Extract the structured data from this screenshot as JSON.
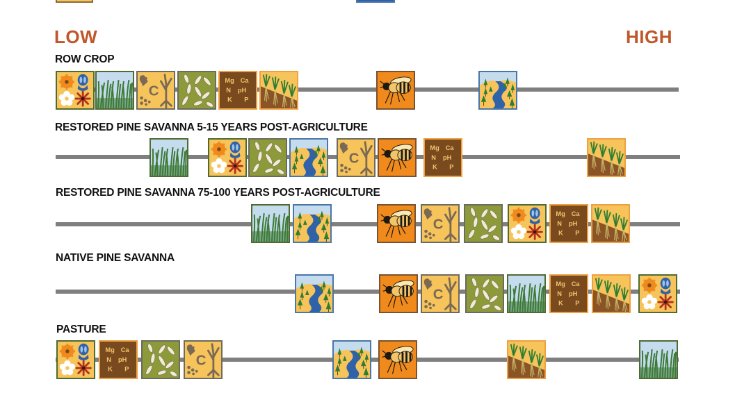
{
  "scale": {
    "low_label": "LOW",
    "high_label": "HIGH",
    "accent_color": "#c0572a"
  },
  "icon_types": {
    "biodiversity": "plant-pollinator-diversity",
    "grass": "grass-cover",
    "carbon": "soil-carbon",
    "fungi": "soil-fungi",
    "nutrients": "soil-nutrients",
    "roots": "root-biomass",
    "bee": "pollinator-bee",
    "watershed": "water-quality"
  },
  "nutrients_labels": {
    "mg": "Mg",
    "ca": "Ca",
    "n": "N",
    "ph": "pH",
    "k": "K",
    "p": "P"
  },
  "carbon_label": "C",
  "rows": [
    {
      "title": "ROW CROP",
      "icons_order_low_to_high": [
        "biodiversity",
        "grass",
        "carbon",
        "fungi",
        "nutrients",
        "roots",
        "bee",
        "watershed"
      ]
    },
    {
      "title": "RESTORED PINE SAVANNA 5-15 YEARS POST-AGRICULTURE",
      "icons_order_low_to_high": [
        "grass",
        "biodiversity",
        "fungi",
        "watershed",
        "carbon",
        "bee",
        "nutrients",
        "roots"
      ]
    },
    {
      "title": "RESTORED PINE SAVANNA 75-100 YEARS POST-AGRICULTURE",
      "icons_order_low_to_high": [
        "grass",
        "watershed",
        "bee",
        "carbon",
        "fungi",
        "biodiversity",
        "nutrients",
        "roots"
      ]
    },
    {
      "title": "NATIVE PINE SAVANNA",
      "icons_order_low_to_high": [
        "watershed",
        "bee",
        "carbon",
        "fungi",
        "grass",
        "nutrients",
        "roots",
        "biodiversity"
      ]
    },
    {
      "title": "PASTURE",
      "icons_order_low_to_high": [
        "biodiversity",
        "nutrients",
        "fungi",
        "carbon",
        "watershed",
        "bee",
        "roots",
        "grass"
      ]
    }
  ]
}
